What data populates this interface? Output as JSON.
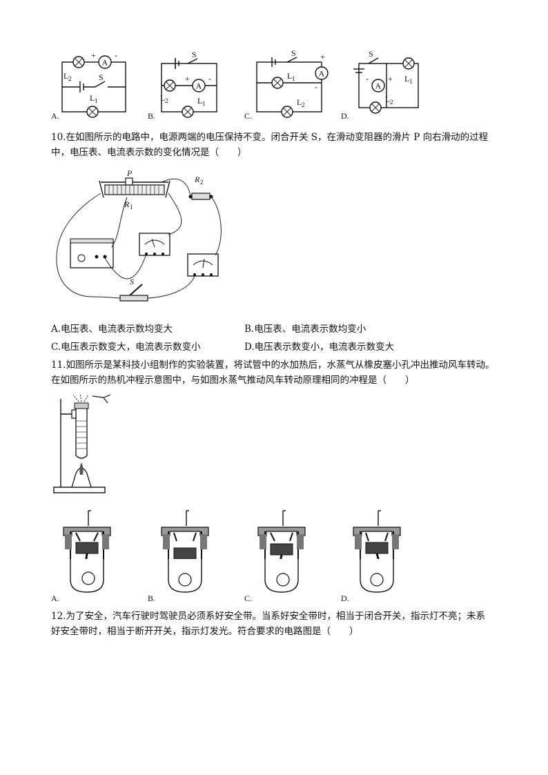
{
  "q9": {
    "options": [
      "A.",
      "B.",
      "C.",
      "D."
    ],
    "labels": {
      "ammeter": "A",
      "switch": "S",
      "plus": "+",
      "minus": "-",
      "l1": "L",
      "l2": "L",
      "sub1": "1",
      "sub2": "2"
    }
  },
  "q10": {
    "stem_line1": "10.在如图所示的电路中，电源两端的电压保持不变。闭合开关 S，在滑动变阻器的滑片 P 向右滑动的过程",
    "stem_line2": "中，电压表、电流表示数的变化情况是（　　）",
    "figure_labels": {
      "p": "P",
      "r1": "R",
      "r1_sub": "1",
      "r2": "R",
      "r2_sub": "2",
      "s": "S"
    },
    "options": [
      "A.电压表、电流表示数均变大",
      "B.电压表、电流表示数均变小",
      "C.电压表示数变大，电流表示数变小",
      "D.电压表示数变小，电流表示数变大"
    ]
  },
  "q11": {
    "stem_line1": "11.如图所示是某科技小组制作的实验装置，将试管中的水加热后，水蒸气从橡皮塞小孔冲出推动风车转动。",
    "stem_line2": "在如图所示的热机冲程示意图中，与如图水蒸气推动风车转动原理相同的冲程是（　　）",
    "options": [
      "A.",
      "B.",
      "C.",
      "D."
    ]
  },
  "q12": {
    "stem_line1": "12.为了安全，汽车行驶时驾驶员必须系好安全带。当系好安全带时，相当于闭合开关，指示灯不亮；未系",
    "stem_line2": "好安全带时，相当于断开开关，指示灯发光。符合要求的电路图是（　　）"
  }
}
